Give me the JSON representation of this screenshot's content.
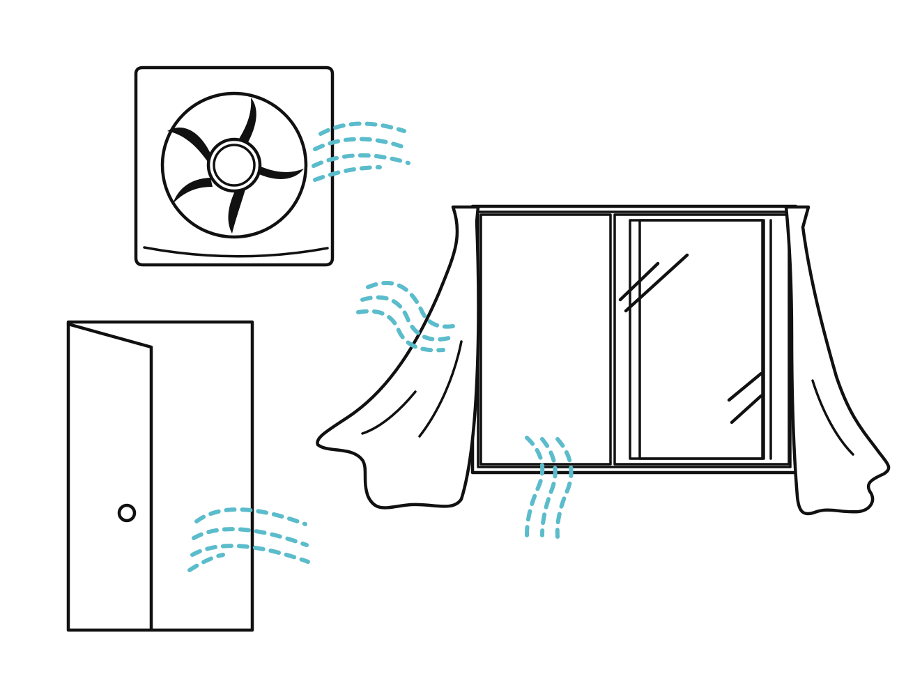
{
  "scene": {
    "colors": {
      "outline": "#111111",
      "airflow": "#5bbccb",
      "background": "#ffffff"
    },
    "objects": [
      {
        "name": "ventilation-fan",
        "icon": "exhaust-fan-icon"
      },
      {
        "name": "door",
        "icon": "door-icon"
      },
      {
        "name": "window-with-curtains",
        "icon": "window-icon"
      }
    ],
    "airflow_icon": "airflow-wave-icon"
  }
}
